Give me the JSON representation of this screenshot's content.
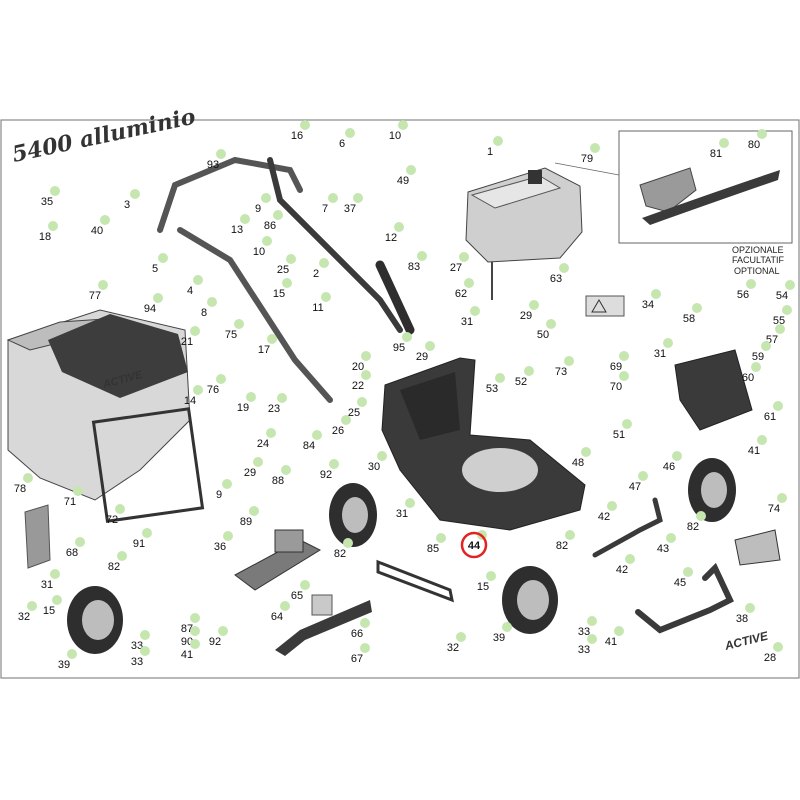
{
  "diagram": {
    "title": "5400 alluminio",
    "brand": "ACTIVE",
    "optional_labels": [
      "OPZIONALE",
      "FACULTATIF",
      "OPTIONAL"
    ],
    "highlighted_part": "44",
    "colors": {
      "bubble": "#c6e6b0",
      "highlight_ring": "#e32222",
      "part_dark": "#3a3a3a",
      "line": "#555555"
    },
    "callouts": [
      {
        "id": "35",
        "label": "35"
      },
      {
        "id": "93",
        "label": "93"
      },
      {
        "id": "16",
        "label": "16"
      },
      {
        "id": "6",
        "label": "6"
      },
      {
        "id": "10a",
        "label": "10"
      },
      {
        "id": "49",
        "label": "49"
      },
      {
        "id": "7",
        "label": "7"
      },
      {
        "id": "37",
        "label": "37"
      },
      {
        "id": "1",
        "label": "1"
      },
      {
        "id": "79",
        "label": "79"
      },
      {
        "id": "81",
        "label": "81"
      },
      {
        "id": "80",
        "label": "80"
      },
      {
        "id": "3",
        "label": "3"
      },
      {
        "id": "9a",
        "label": "9"
      },
      {
        "id": "13",
        "label": "13"
      },
      {
        "id": "86",
        "label": "86"
      },
      {
        "id": "12",
        "label": "12"
      },
      {
        "id": "18",
        "label": "18"
      },
      {
        "id": "40",
        "label": "40"
      },
      {
        "id": "10b",
        "label": "10"
      },
      {
        "id": "2",
        "label": "2"
      },
      {
        "id": "27",
        "label": "27"
      },
      {
        "id": "63",
        "label": "63"
      },
      {
        "id": "83",
        "label": "83"
      },
      {
        "id": "5",
        "label": "5"
      },
      {
        "id": "25a",
        "label": "25"
      },
      {
        "id": "4",
        "label": "4"
      },
      {
        "id": "15a",
        "label": "15"
      },
      {
        "id": "62",
        "label": "62"
      },
      {
        "id": "34",
        "label": "34"
      },
      {
        "id": "56",
        "label": "56"
      },
      {
        "id": "54",
        "label": "54"
      },
      {
        "id": "77",
        "label": "77"
      },
      {
        "id": "94",
        "label": "94"
      },
      {
        "id": "8",
        "label": "8"
      },
      {
        "id": "11",
        "label": "11"
      },
      {
        "id": "31a",
        "label": "31"
      },
      {
        "id": "29a",
        "label": "29"
      },
      {
        "id": "55",
        "label": "55"
      },
      {
        "id": "58",
        "label": "58"
      },
      {
        "id": "75",
        "label": "75"
      },
      {
        "id": "50",
        "label": "50"
      },
      {
        "id": "57",
        "label": "57"
      },
      {
        "id": "21",
        "label": "21"
      },
      {
        "id": "17",
        "label": "17"
      },
      {
        "id": "95",
        "label": "95"
      },
      {
        "id": "29b",
        "label": "29"
      },
      {
        "id": "31b",
        "label": "31"
      },
      {
        "id": "59",
        "label": "59"
      },
      {
        "id": "20",
        "label": "20"
      },
      {
        "id": "73",
        "label": "73"
      },
      {
        "id": "69",
        "label": "69"
      },
      {
        "id": "70",
        "label": "70"
      },
      {
        "id": "60",
        "label": "60"
      },
      {
        "id": "14",
        "label": "14"
      },
      {
        "id": "76",
        "label": "76"
      },
      {
        "id": "22",
        "label": "22"
      },
      {
        "id": "53",
        "label": "53"
      },
      {
        "id": "52",
        "label": "52"
      },
      {
        "id": "19",
        "label": "19"
      },
      {
        "id": "23",
        "label": "23"
      },
      {
        "id": "25b",
        "label": "25"
      },
      {
        "id": "26",
        "label": "26"
      },
      {
        "id": "61",
        "label": "61"
      },
      {
        "id": "24",
        "label": "24"
      },
      {
        "id": "84",
        "label": "84"
      },
      {
        "id": "51",
        "label": "51"
      },
      {
        "id": "48",
        "label": "48"
      },
      {
        "id": "41a",
        "label": "41"
      },
      {
        "id": "46",
        "label": "46"
      },
      {
        "id": "30",
        "label": "30"
      },
      {
        "id": "29c",
        "label": "29"
      },
      {
        "id": "88",
        "label": "88"
      },
      {
        "id": "92a",
        "label": "92"
      },
      {
        "id": "47",
        "label": "47"
      },
      {
        "id": "78",
        "label": "78"
      },
      {
        "id": "71",
        "label": "71"
      },
      {
        "id": "9b",
        "label": "9"
      },
      {
        "id": "82a",
        "label": "82"
      },
      {
        "id": "74",
        "label": "74"
      },
      {
        "id": "31c",
        "label": "31"
      },
      {
        "id": "72",
        "label": "72"
      },
      {
        "id": "89",
        "label": "89"
      },
      {
        "id": "42a",
        "label": "42"
      },
      {
        "id": "68",
        "label": "68"
      },
      {
        "id": "91",
        "label": "91"
      },
      {
        "id": "36",
        "label": "36"
      },
      {
        "id": "44",
        "label": "44"
      },
      {
        "id": "85",
        "label": "85"
      },
      {
        "id": "82b",
        "label": "82"
      },
      {
        "id": "43",
        "label": "43"
      },
      {
        "id": "82c",
        "label": "82"
      },
      {
        "id": "82d",
        "label": "82"
      },
      {
        "id": "42b",
        "label": "42"
      },
      {
        "id": "45",
        "label": "45"
      },
      {
        "id": "31d",
        "label": "31"
      },
      {
        "id": "65",
        "label": "65"
      },
      {
        "id": "15b",
        "label": "15"
      },
      {
        "id": "38",
        "label": "38"
      },
      {
        "id": "32a",
        "label": "32"
      },
      {
        "id": "15c",
        "label": "15"
      },
      {
        "id": "87",
        "label": "87"
      },
      {
        "id": "90",
        "label": "90"
      },
      {
        "id": "41b",
        "label": "41"
      },
      {
        "id": "92b",
        "label": "92"
      },
      {
        "id": "64",
        "label": "64"
      },
      {
        "id": "66",
        "label": "66"
      },
      {
        "id": "39a",
        "label": "39"
      },
      {
        "id": "33a",
        "label": "33"
      },
      {
        "id": "33b",
        "label": "33"
      },
      {
        "id": "33c",
        "label": "33"
      },
      {
        "id": "33d",
        "label": "33"
      },
      {
        "id": "41c",
        "label": "41"
      },
      {
        "id": "32b",
        "label": "32"
      },
      {
        "id": "39b",
        "label": "39"
      },
      {
        "id": "67",
        "label": "67"
      },
      {
        "id": "28",
        "label": "28"
      }
    ]
  }
}
